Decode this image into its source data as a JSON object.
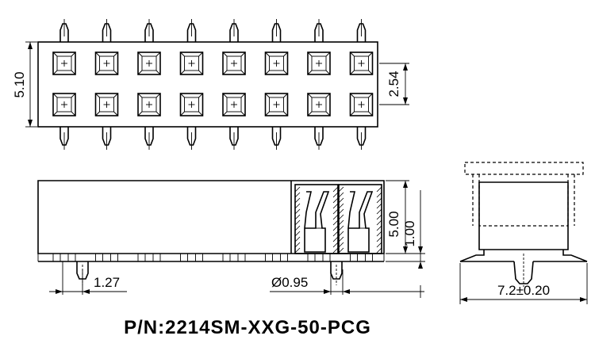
{
  "part_number": "P/N:2214SM-XXG-50-PCG",
  "dimensions": {
    "overall_width_top": "5.10",
    "row_pitch": "2.54",
    "pin_pitch": "1.27",
    "pin_diameter": "Ø0.95",
    "body_height": "5.00",
    "stand_off": "1.00",
    "side_width": "7.2±0.20"
  },
  "pin_columns": 8,
  "pin_rows": 2
}
